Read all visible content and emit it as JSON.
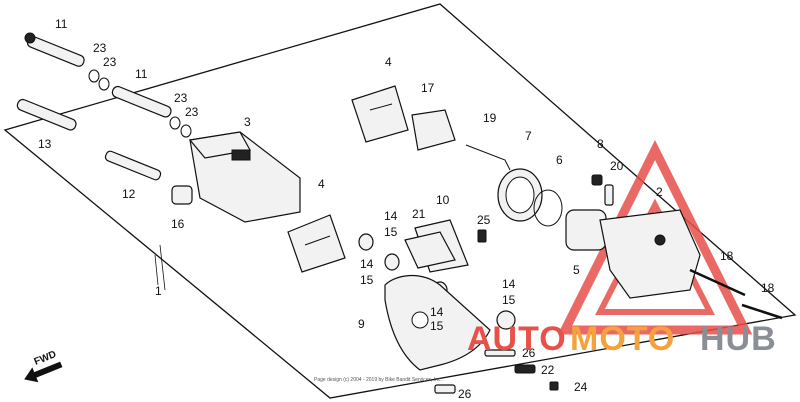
{
  "diagram": {
    "callouts": {
      "c11a": "11",
      "c23a": "23",
      "c23b": "23",
      "c11b": "11",
      "c23c": "23",
      "c23d": "23",
      "c13": "13",
      "c12": "12",
      "c16": "16",
      "c3": "3",
      "c4a": "4",
      "c17": "17",
      "c19": "19",
      "c7": "7",
      "c6": "6",
      "c8": "8",
      "c20": "20",
      "c2": "2",
      "c5": "5",
      "c18a": "18",
      "c18b": "18",
      "c4b": "4",
      "c14a": "14",
      "c15a": "15",
      "c14b": "14",
      "c15b": "15",
      "c21": "21",
      "c10": "10",
      "c25": "25",
      "c14c": "14",
      "c15c": "15",
      "c14d": "14",
      "c15d": "15",
      "c9": "9",
      "c26a": "26",
      "c22": "22",
      "c24": "24",
      "c26b": "26",
      "c1": "1"
    },
    "fwd_label": "FWD",
    "copyright": "Page design (c) 2004 - 2019 by Bike Bandit Services, Inc."
  },
  "watermark": {
    "text_a": "AUTO",
    "text_b": "MOTO",
    "text_c": "HUB",
    "color_red": "#e8504a",
    "color_orange": "#f4a33c",
    "color_gray": "#8a8f96"
  }
}
